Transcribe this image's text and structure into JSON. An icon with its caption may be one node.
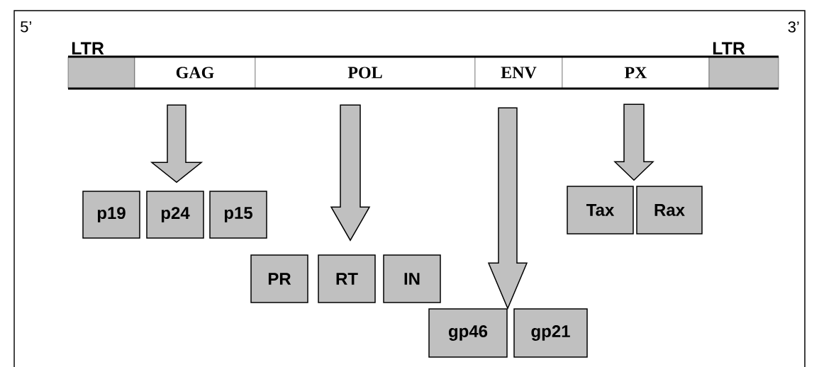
{
  "diagram": {
    "nodes": [
      {
        "text": [
          "LTR"
        ]
      },
      {
        "text": [
          "GAG"
        ]
      },
      {
        "text": [
          "POL"
        ]
      },
      {
        "text": [
          "ENV"
        ]
      },
      {
        "text": [
          "PX"
        ]
      },
      {
        "text": [
          "LTR"
        ]
      },
      {
        "text": [
          "p19"
        ]
      },
      {
        "text": [
          "p24"
        ]
      },
      {
        "text": [
          "p15"
        ]
      },
      {
        "text": [
          "PR"
        ]
      },
      {
        "text": [
          "RT"
        ]
      },
      {
        "text": [
          "IN"
        ]
      },
      {
        "text": [
          "gp46"
        ]
      },
      {
        "text": [
          "gp21"
        ]
      },
      {
        "text": [
          "Tax"
        ]
      },
      {
        "text": [
          "Rax"
        ]
      }
    ],
    "edges": [
      {
        "from": 1,
        "to": 7,
        "arrow": "to"
      },
      {
        "from": 2,
        "to": 10,
        "arrow": "to"
      },
      {
        "from": 3,
        "to": 12,
        "arrow": "to"
      },
      {
        "from": 4,
        "to": 14,
        "arrow": "to"
      }
    ],
    "labels": [
      "5’",
      "3’"
    ]
  }
}
